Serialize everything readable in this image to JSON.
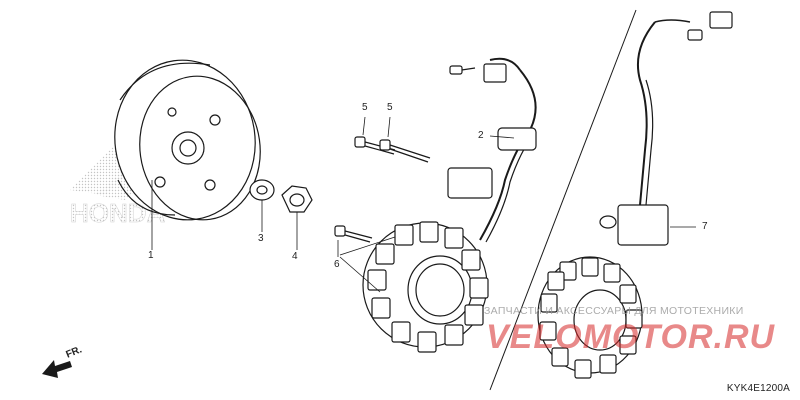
{
  "diagram": {
    "callouts": [
      {
        "id": "1",
        "text": "1"
      },
      {
        "id": "2",
        "text": "2"
      },
      {
        "id": "3",
        "text": "3"
      },
      {
        "id": "4",
        "text": "4"
      },
      {
        "id": "5a",
        "text": "5"
      },
      {
        "id": "5b",
        "text": "5"
      },
      {
        "id": "6",
        "text": "6"
      },
      {
        "id": "7",
        "text": "7"
      }
    ],
    "direction_label": "FR.",
    "figure_code": "KYK4E1200A"
  },
  "watermarks": {
    "honda_logo_text": "HONDA",
    "brand_text": "VELOMOTOR.RU",
    "tagline": "ЗАПЧАСТИ И АКСЕССУАРЫ ДЛЯ МОТОТЕХНИКИ"
  },
  "colors": {
    "line": "#1a1a1a",
    "watermark_red": "#d62828",
    "watermark_gray": "#bdbdbd"
  }
}
